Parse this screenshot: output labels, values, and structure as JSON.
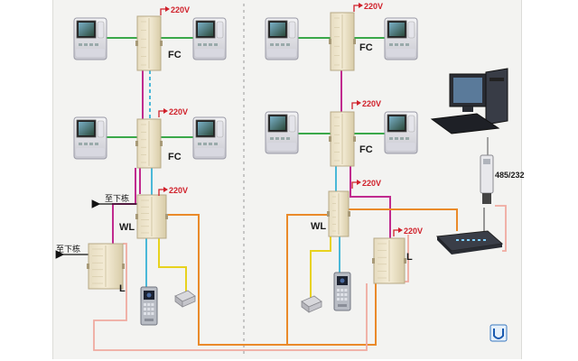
{
  "power_label": "220V",
  "fc_label": "FC",
  "wl_label": "WL",
  "l_label": "L",
  "next_building_label": "至下栋",
  "converter_label": "485/232",
  "colors": {
    "green": "#3aa84a",
    "magenta": "#c02a8e",
    "blue": "#4ab8d8",
    "orange": "#ea8a2a",
    "yellow": "#e8d21e",
    "pink": "#f0aaa0",
    "red": "#d0202a"
  }
}
